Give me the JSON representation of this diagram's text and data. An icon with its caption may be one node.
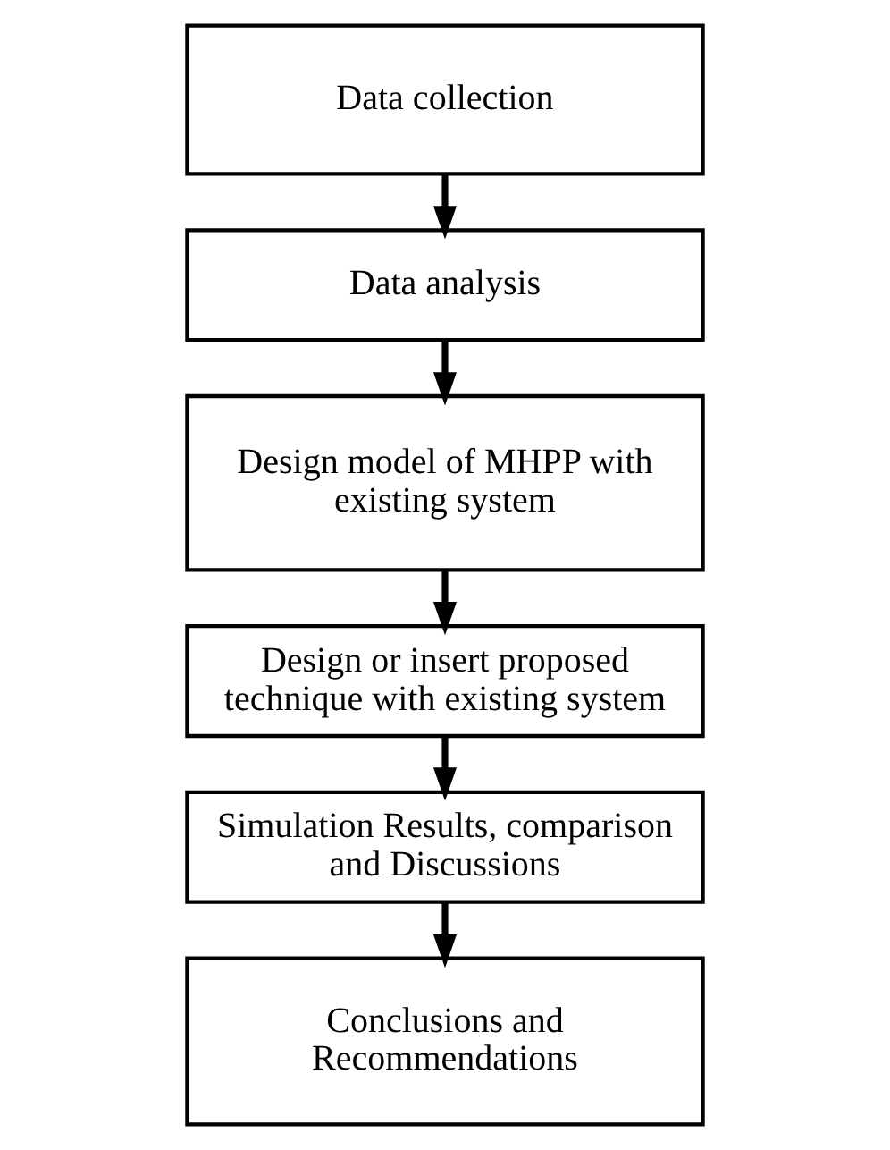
{
  "diagram": {
    "nodes": [
      {
        "text": [
          "Data collection"
        ]
      },
      {
        "text": [
          "Data analysis"
        ]
      },
      {
        "text": [
          "Design model of MHPP with existing system"
        ]
      },
      {
        "text": [
          "Design or insert proposed technique with existing system"
        ]
      },
      {
        "text": [
          "Simulation Results, comparison and Discussions"
        ]
      },
      {
        "text": [
          "Conclusions and Recommendations"
        ]
      }
    ],
    "edges": [
      {
        "from": 0,
        "to": 1,
        "arrow": "to"
      },
      {
        "from": 1,
        "to": 2,
        "arrow": "to"
      },
      {
        "from": 2,
        "to": 3,
        "arrow": "to"
      },
      {
        "from": 3,
        "to": 4,
        "arrow": "to"
      },
      {
        "from": 4,
        "to": 5,
        "arrow": "to"
      }
    ]
  }
}
